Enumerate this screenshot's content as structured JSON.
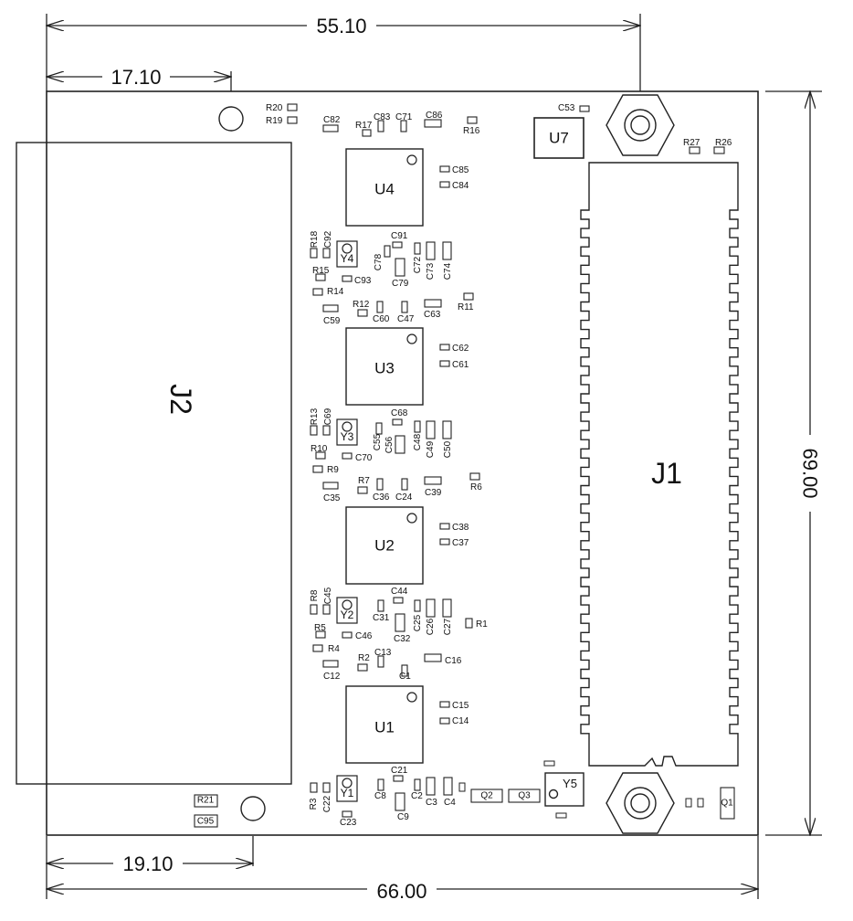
{
  "dimensions": {
    "top_outer": "55.10",
    "top_inner": "17.10",
    "bottom_inner": "19.10",
    "bottom_outer": "66.00",
    "right_vertical": "69.00"
  },
  "connectors": {
    "j1": "J1",
    "j2": "J2"
  },
  "ics": {
    "u1": "U1",
    "u2": "U2",
    "u3": "U3",
    "u4": "U4",
    "u7": "U7"
  },
  "crystals": {
    "y1": "Y1",
    "y2": "Y2",
    "y3": "Y3",
    "y4": "Y4",
    "y5": "Y5"
  },
  "components": {
    "R20": "R20",
    "R19": "R19",
    "C82": "C82",
    "R17": "R17",
    "C83": "C83",
    "C71": "C71",
    "C86": "C86",
    "R16": "R16",
    "C53": "C53",
    "R27": "R27",
    "R26": "R26",
    "C85": "C85",
    "C84": "C84",
    "R18": "R18",
    "C92": "C92",
    "C91": "C91",
    "C78": "C78",
    "C72": "C72",
    "C73": "C73",
    "C74": "C74",
    "R15": "R15",
    "C93": "C93",
    "C79": "C79",
    "R14": "R14",
    "R12": "R12",
    "R11": "R11",
    "C59": "C59",
    "C60": "C60",
    "C47": "C47",
    "C63": "C63",
    "C62": "C62",
    "C61": "C61",
    "R13": "R13",
    "C69": "C69",
    "C68": "C68",
    "C55": "C55",
    "C48": "C48",
    "C49": "C49",
    "C50": "C50",
    "C56": "C56",
    "R10": "R10",
    "C70": "C70",
    "R9": "R9",
    "R7": "R7",
    "C36": "C36",
    "C24": "C24",
    "C39": "C39",
    "R6": "R6",
    "C35": "C35",
    "C38": "C38",
    "C37": "C37",
    "R8": "R8",
    "C45": "C45",
    "C44": "C44",
    "C31": "C31",
    "C25": "C25",
    "C26": "C26",
    "C27": "C27",
    "R1": "R1",
    "R5": "R5",
    "C46": "C46",
    "C32": "C32",
    "R4": "R4",
    "R2": "R2",
    "C13": "C13",
    "C16": "C16",
    "C12": "C12",
    "C1": "C1",
    "C15": "C15",
    "C14": "C14",
    "R3": "R3",
    "C22": "C22",
    "C21": "C21",
    "C8": "C8",
    "C2": "C2",
    "C3": "C3",
    "C4": "C4",
    "C9": "C9",
    "C23": "C23",
    "Q2": "Q2",
    "Q3": "Q3",
    "Q1": "Q1",
    "R21": "R21",
    "C95": "C95"
  }
}
